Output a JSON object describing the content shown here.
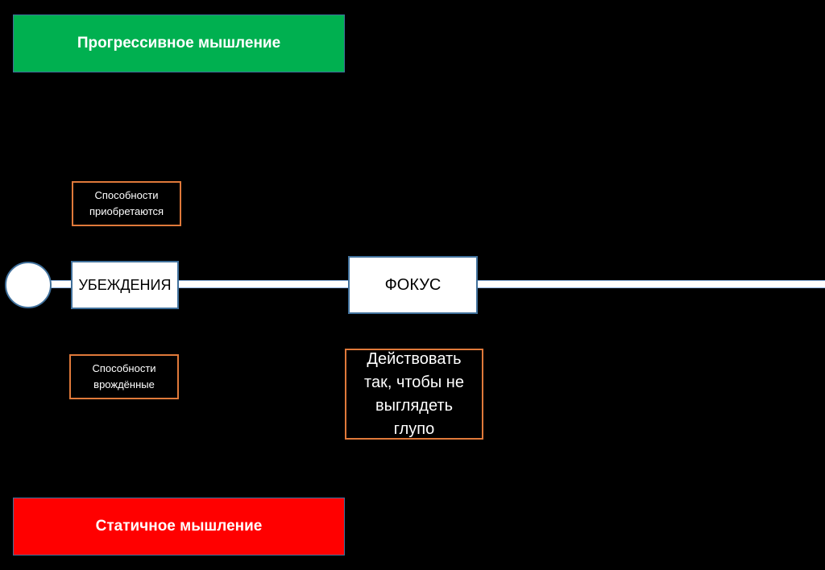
{
  "banners": {
    "growth_mindset": "Прогрессивное мышление",
    "fixed_mindset": "Статичное мышление"
  },
  "nodes": {
    "beliefs": "УБЕЖДЕНИЯ",
    "focus": "ФОКУС"
  },
  "notes": {
    "abilities_acquired": "Способности приобретаются",
    "abilities_innate": "Способности врождённые",
    "act_not_look_stupid": "Действовать так, чтобы не выглядеть глупо"
  },
  "colors": {
    "growth": "#00b050",
    "fixed": "#ff0000",
    "note_border": "#e0793a"
  }
}
